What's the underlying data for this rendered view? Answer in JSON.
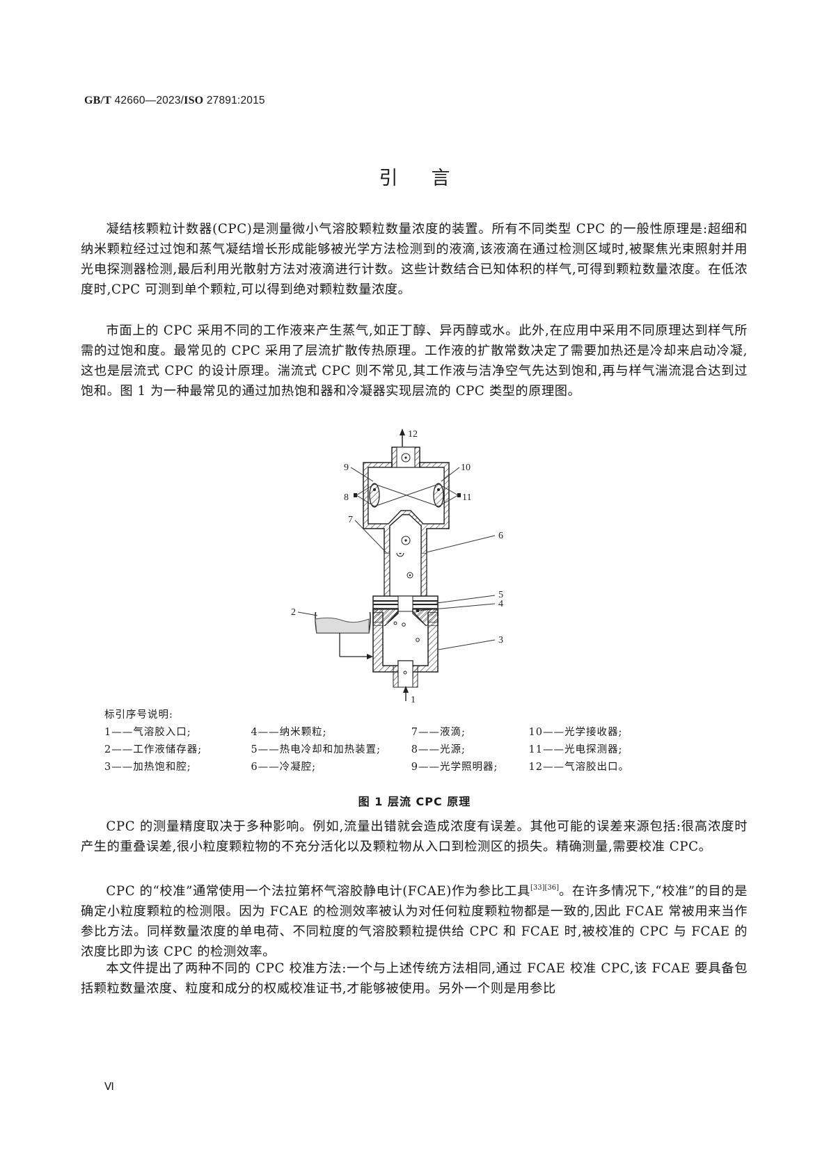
{
  "header": {
    "standard_prefix": "GB/T",
    "standard_number": " 42660—2023/",
    "iso_prefix": "ISO",
    "iso_number": " 27891:2015"
  },
  "title": "引言",
  "paragraphs": {
    "p1": "凝结核颗粒计数器(CPC)是测量微小气溶胶颗粒数量浓度的装置。所有不同类型 CPC 的一般性原理是:超细和纳米颗粒经过过饱和蒸气凝结增长形成能够被光学方法检测到的液滴,该液滴在通过检测区域时,被聚焦光束照射并用光电探测器检测,最后利用光散射方法对液滴进行计数。这些计数结合已知体积的样气,可得到颗粒数量浓度。在低浓度时,CPC 可测到单个颗粒,可以得到绝对颗粒数量浓度。",
    "p2": "市面上的 CPC 采用不同的工作液来产生蒸气,如正丁醇、异丙醇或水。此外,在应用中采用不同原理达到样气所需的过饱和度。最常见的 CPC 采用了层流扩散传热原理。工作液的扩散常数决定了需要加热还是冷却来启动冷凝,这也是层流式 CPC 的设计原理。湍流式 CPC 则不常见,其工作液与洁净空气先达到饱和,再与样气湍流混合达到过饱和。图 1 为一种最常见的通过加热饱和器和冷凝器实现层流的 CPC 类型的原理图。",
    "p3": "CPC 的测量精度取决于多种影响。例如,流量出错就会造成浓度有误差。其他可能的误差来源包括:很高浓度时产生的重叠误差,很小粒度颗粒物的不充分活化以及颗粒物从入口到检测区的损失。精确测量,需要校准 CPC。",
    "p4_before_ref": "CPC 的“校准”通常使用一个法拉第杯气溶胶静电计(FCAE)作为参比工具",
    "p4_ref": "[33][36]",
    "p4_after_ref": "。在许多情况下,“校准”的目的是确定小粒度颗粒的检测限。因为 FCAE 的检测效率被认为对任何粒度颗粒物都是一致的,因此 FCAE 常被用来当作参比方法。同样数量浓度的单电荷、不同粒度的气溶胶颗粒提供给 CPC 和 FCAE 时,被校准的 CPC 与 FCAE 的浓度比即为该 CPC 的检测效率。",
    "p5": "本文件提出了两种不同的 CPC 校准方法:一个与上述传统方法相同,通过 FCAE 校准 CPC,该 FCAE 要具备包括颗粒数量浓度、粒度和成分的权威校准证书,才能够被使用。另外一个则是用参比"
  },
  "figure": {
    "labels": {
      "l1": "1",
      "l2": "2",
      "l3": "3",
      "l4": "4",
      "l5": "5",
      "l6": "6",
      "l7": "7",
      "l8": "8",
      "l9": "9",
      "l10": "10",
      "l11": "11",
      "l12": "12"
    },
    "legend_title": "标引序号说明:",
    "legend": [
      [
        "1——气溶胶入口;",
        "4——纳米颗粒;",
        "7——液滴;",
        "10——光学接收器;"
      ],
      [
        "2——工作液储存器;",
        "5——热电冷却和加热装置;",
        "8——光源;",
        "11——光电探测器;"
      ],
      [
        "3——加热饱和腔;",
        "6——冷凝腔;",
        "9——光学照明器;",
        "12——气溶胶出口。"
      ]
    ],
    "caption": "图 1 层流 CPC 原理"
  },
  "page_number": "Ⅵ"
}
